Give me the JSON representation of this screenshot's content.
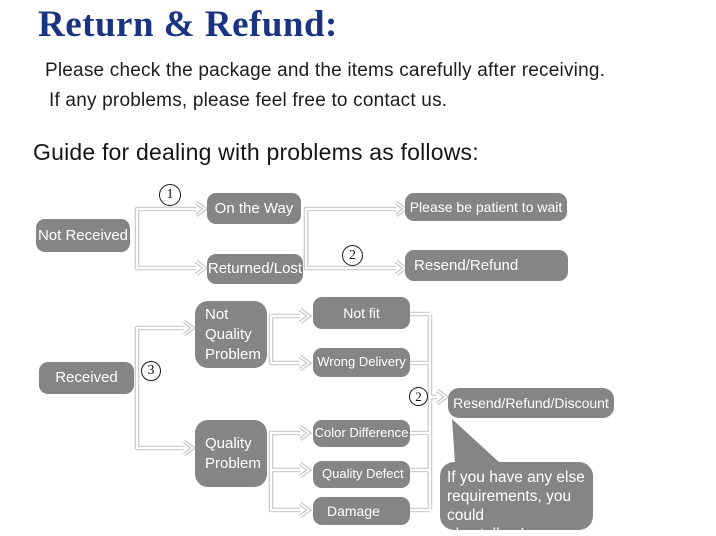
{
  "header": {
    "title": "Return & Refund:",
    "line1": "Please check the package and the items carefully after receiving.",
    "line2": "If any problems, please feel free to contact us.",
    "guide": "Guide for dealing with problems as follows:"
  },
  "colors": {
    "title_blue": "#1b3482",
    "box_gray": "#858585",
    "connector_gray": "#c9c9c9",
    "box_text": "#ffffff"
  },
  "flow": {
    "step1": "1",
    "step2_top": "2",
    "step3": "3",
    "step2_bottom": "2",
    "not_received": "Not Received",
    "on_the_way": "On the Way",
    "returned_lost": "Returned/Lost",
    "patient_wait": "Please be patient to wait",
    "resend_refund": "Resend/Refund",
    "received": "Received",
    "not_quality_problem": "Not\nQuality\nProblem",
    "quality_problem": "Quality\nProblem",
    "not_fit": "Not fit",
    "wrong_delivery": "Wrong Delivery",
    "color_difference": "Color Difference",
    "quality_defect": "Quality Defect",
    "damage": "Damage",
    "resend_refund_discount": "Resend/Refund/Discount",
    "bubble": "If you have any else\nrequirements, you could\nalso tell us!"
  }
}
